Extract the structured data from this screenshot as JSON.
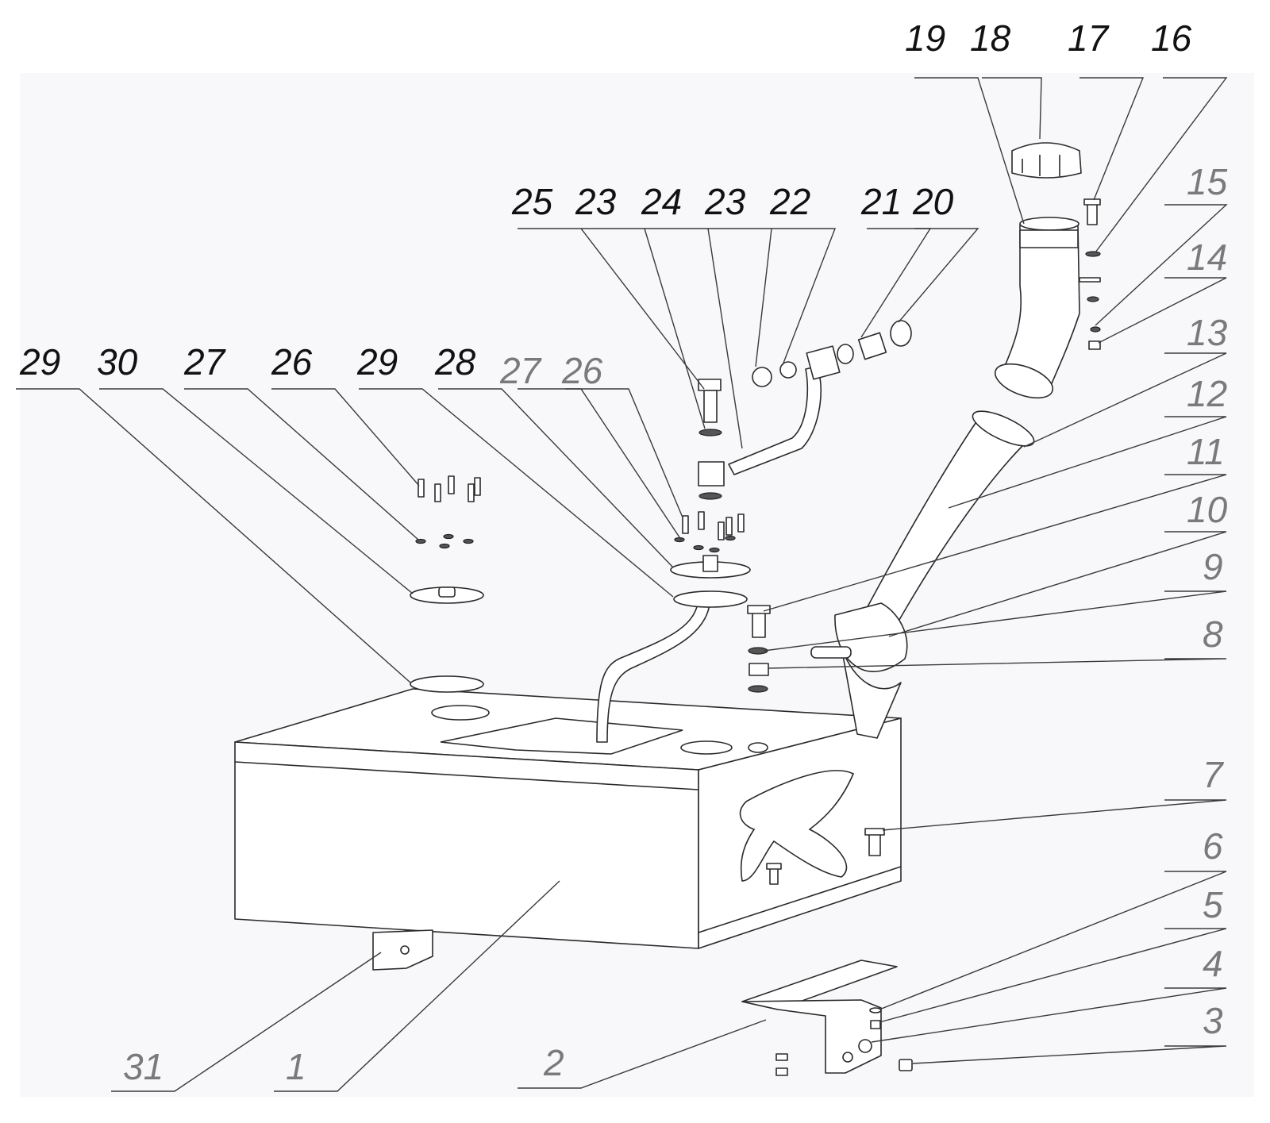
{
  "callouts": [
    {
      "id": "c19",
      "text": "19",
      "style": "black"
    },
    {
      "id": "c18",
      "text": "18",
      "style": "black"
    },
    {
      "id": "c17",
      "text": "17",
      "style": "black"
    },
    {
      "id": "c16",
      "text": "16",
      "style": "black"
    },
    {
      "id": "c15",
      "text": "15",
      "style": "grey"
    },
    {
      "id": "c14",
      "text": "14",
      "style": "grey"
    },
    {
      "id": "c13",
      "text": "13",
      "style": "grey"
    },
    {
      "id": "c12",
      "text": "12",
      "style": "grey"
    },
    {
      "id": "c11",
      "text": "11",
      "style": "grey"
    },
    {
      "id": "c10",
      "text": "10",
      "style": "grey"
    },
    {
      "id": "c9",
      "text": "9",
      "style": "grey"
    },
    {
      "id": "c8",
      "text": "8",
      "style": "grey"
    },
    {
      "id": "c7",
      "text": "7",
      "style": "grey"
    },
    {
      "id": "c6",
      "text": "6",
      "style": "grey"
    },
    {
      "id": "c5",
      "text": "5",
      "style": "grey"
    },
    {
      "id": "c4",
      "text": "4",
      "style": "grey"
    },
    {
      "id": "c3",
      "text": "3",
      "style": "grey"
    },
    {
      "id": "c2",
      "text": "2",
      "style": "grey"
    },
    {
      "id": "c1",
      "text": "1",
      "style": "grey"
    },
    {
      "id": "c31",
      "text": "31",
      "style": "grey"
    },
    {
      "id": "c25",
      "text": "25",
      "style": "black"
    },
    {
      "id": "c23a",
      "text": "23",
      "style": "black"
    },
    {
      "id": "c24",
      "text": "24",
      "style": "black"
    },
    {
      "id": "c23b",
      "text": "23",
      "style": "black"
    },
    {
      "id": "c22",
      "text": "22",
      "style": "black"
    },
    {
      "id": "c21",
      "text": "21",
      "style": "black"
    },
    {
      "id": "c20",
      "text": "20",
      "style": "black"
    },
    {
      "id": "c29a",
      "text": "29",
      "style": "black"
    },
    {
      "id": "c30",
      "text": "30",
      "style": "black"
    },
    {
      "id": "c27a",
      "text": "27",
      "style": "black"
    },
    {
      "id": "c26a",
      "text": "26",
      "style": "black"
    },
    {
      "id": "c29b",
      "text": "29",
      "style": "black"
    },
    {
      "id": "c28",
      "text": "28",
      "style": "black"
    },
    {
      "id": "c27b",
      "text": "27",
      "style": "grey"
    },
    {
      "id": "c26b",
      "text": "26",
      "style": "grey"
    }
  ]
}
